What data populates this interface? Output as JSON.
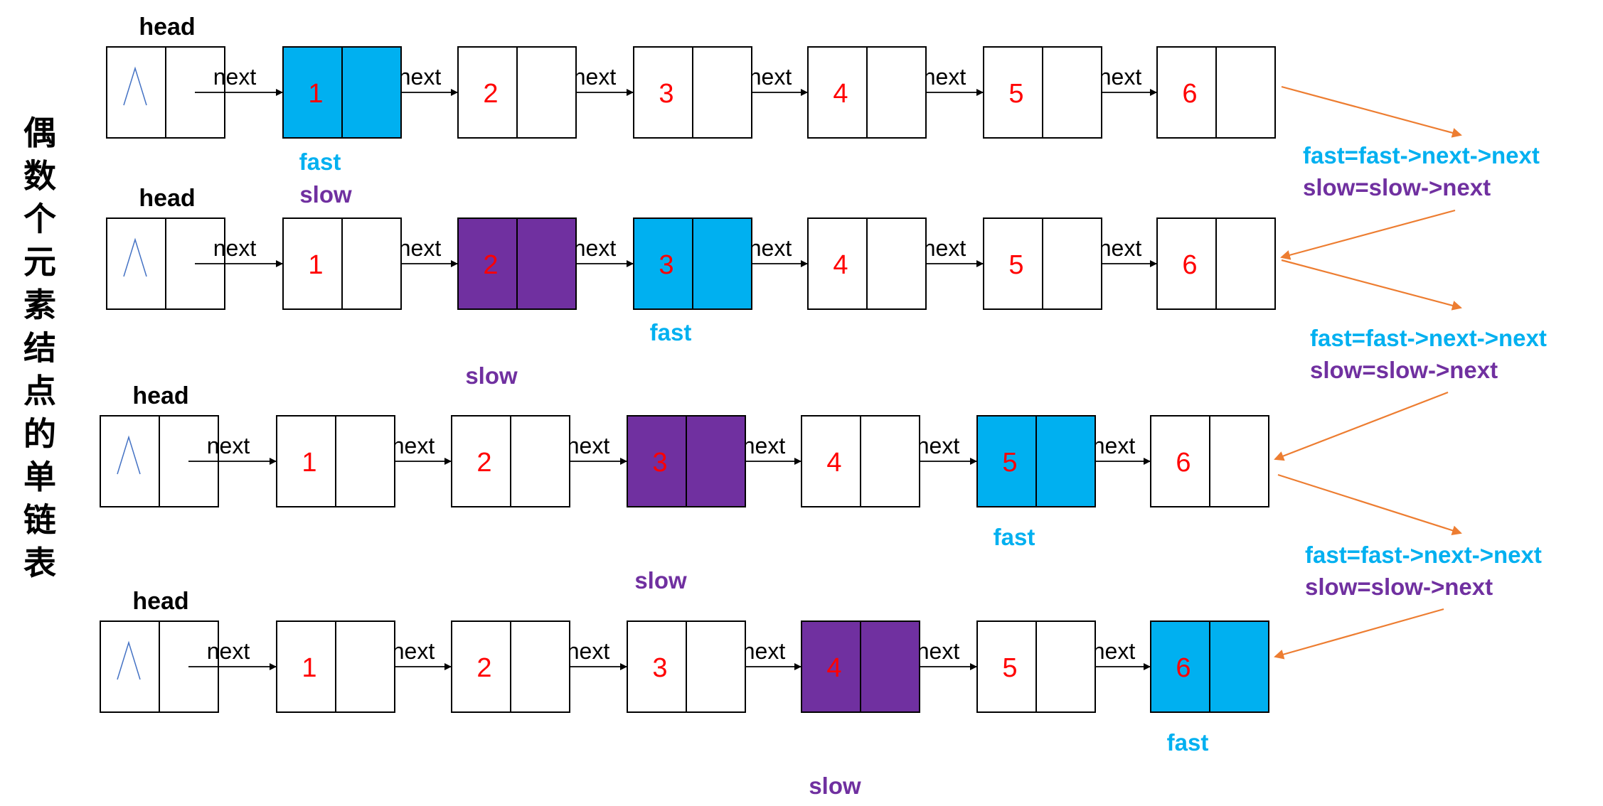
{
  "title": "偶数个元素结点的单链表",
  "head_label": "head",
  "next_label": "next",
  "colors": {
    "fast": "#00b0f0",
    "slow": "#7030a0",
    "number": "#ff0000",
    "arrow": "#ed7d31",
    "null_mark": "#4472c4"
  },
  "null_symbol": "∧",
  "rows": [
    {
      "nodes": [
        "1",
        "2",
        "3",
        "4",
        "5",
        "6"
      ],
      "fast_index": 0,
      "slow_index": 0,
      "fast_label": "fast",
      "slow_label": "slow"
    },
    {
      "nodes": [
        "1",
        "2",
        "3",
        "4",
        "5",
        "6"
      ],
      "fast_index": 2,
      "slow_index": 1,
      "fast_label": "fast",
      "slow_label": "slow"
    },
    {
      "nodes": [
        "1",
        "2",
        "3",
        "4",
        "5",
        "6"
      ],
      "fast_index": 4,
      "slow_index": 2,
      "fast_label": "fast",
      "slow_label": "slow"
    },
    {
      "nodes": [
        "1",
        "2",
        "3",
        "4",
        "5",
        "6"
      ],
      "fast_index": 5,
      "slow_index": 3,
      "fast_label": "fast",
      "slow_label": "slow"
    }
  ],
  "steps": [
    {
      "fast_text": "fast=fast->next->next",
      "slow_text": "slow=slow->next"
    },
    {
      "fast_text": "fast=fast->next->next",
      "slow_text": "slow=slow->next"
    },
    {
      "fast_text": "fast=fast->next->next",
      "slow_text": "slow=slow->next"
    }
  ]
}
